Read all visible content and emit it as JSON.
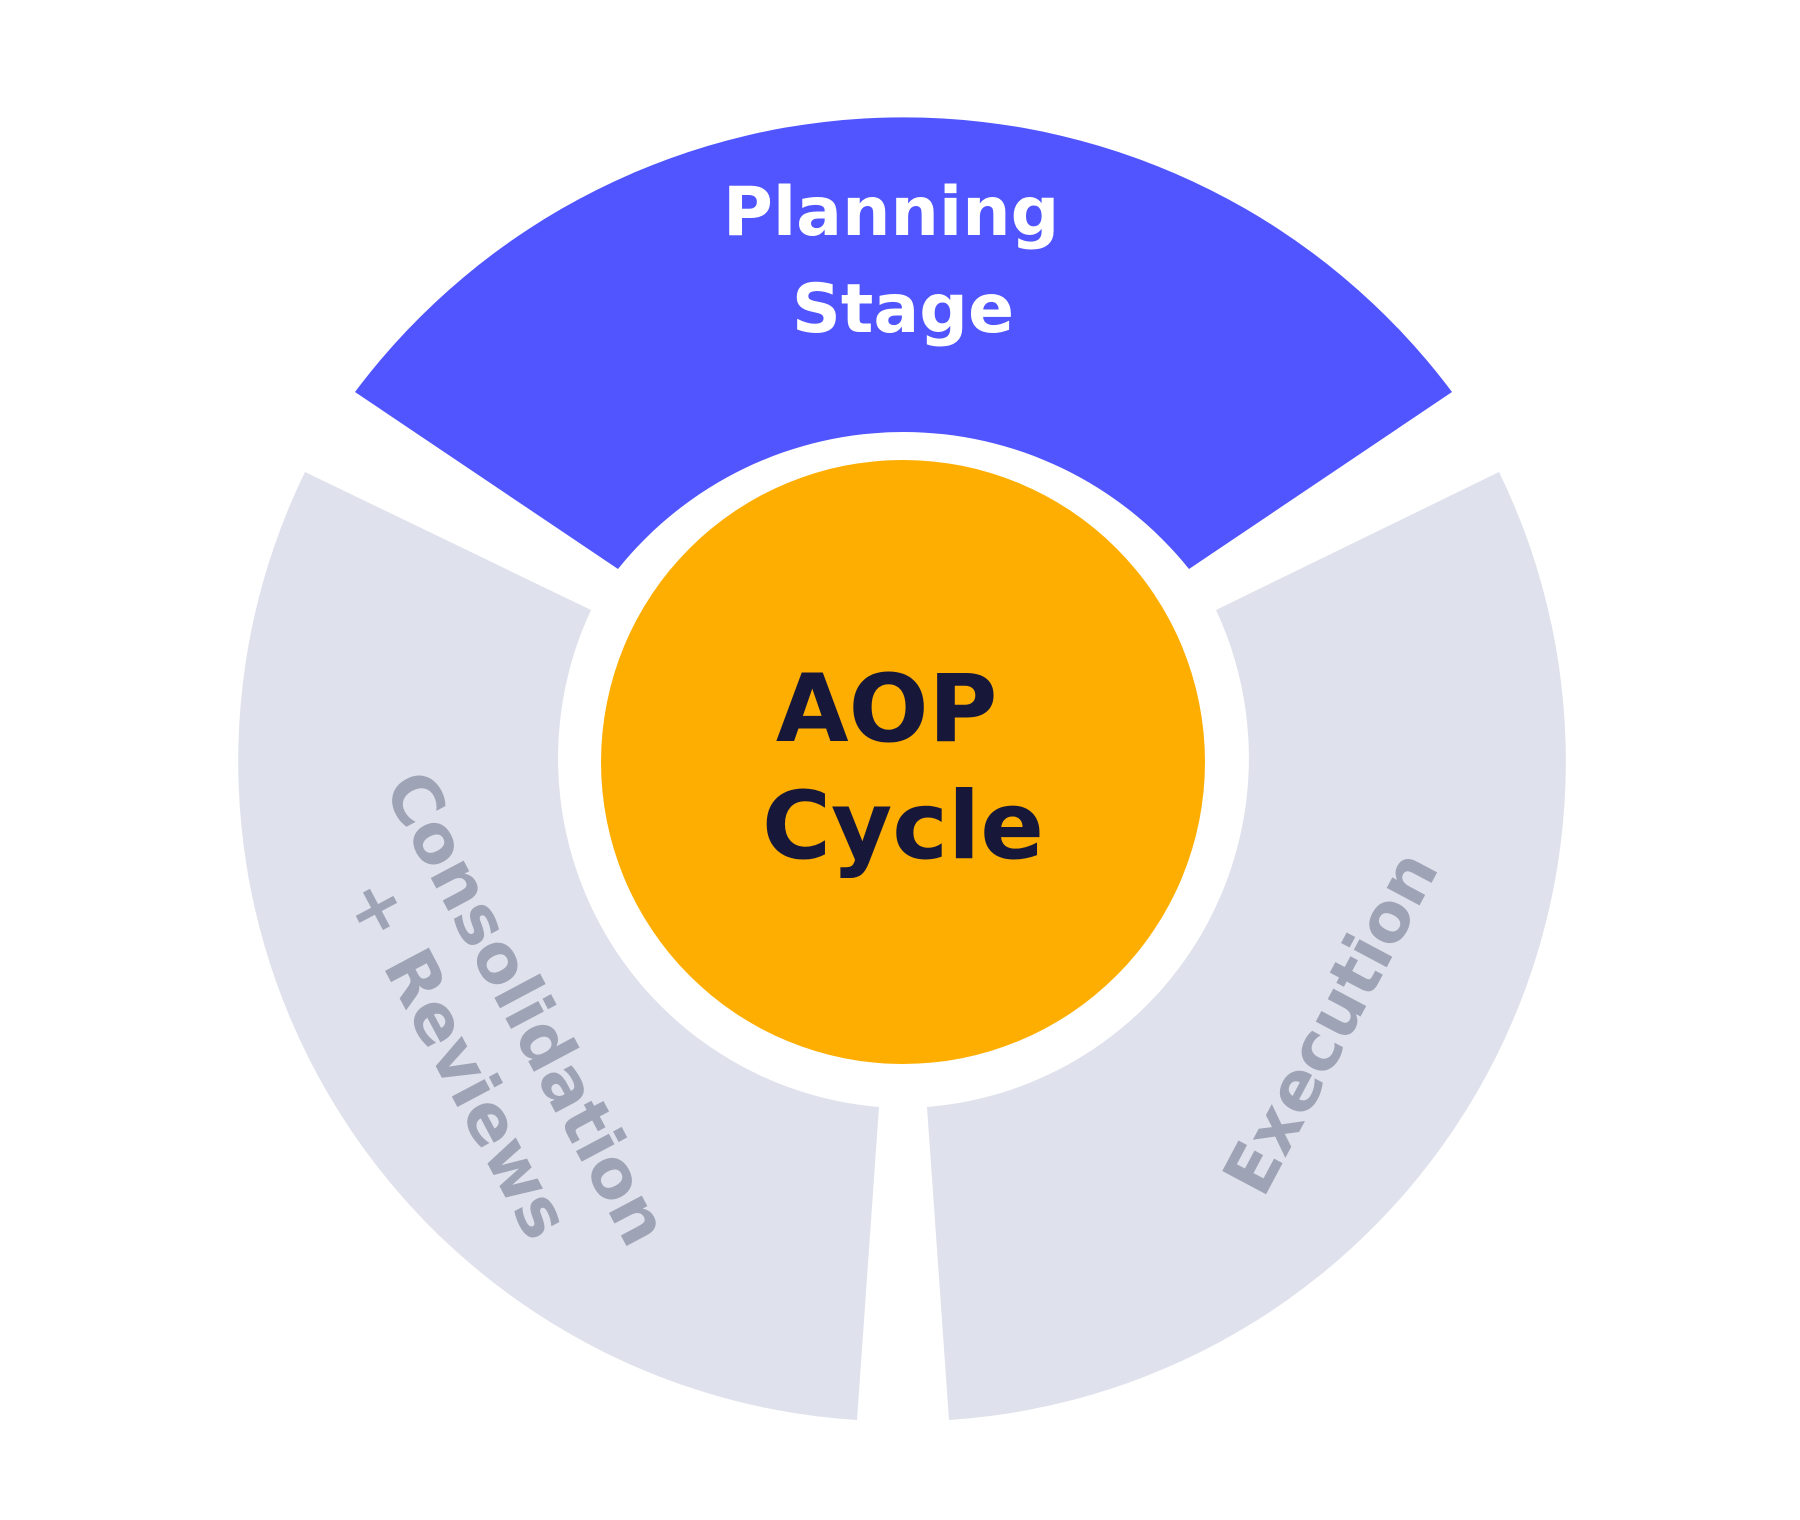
{
  "center": {
    "line1": "AOP",
    "line2": "Cycle",
    "fill": "#FDAE00",
    "text_color": "#17173A"
  },
  "segments": [
    {
      "id": "planning",
      "lines": [
        "Planning",
        "Stage"
      ],
      "fill": "#5055FF",
      "text_color": "#FFFFFF",
      "active": true
    },
    {
      "id": "execution",
      "lines": [
        "Execution"
      ],
      "fill": "#DFE1EC",
      "text_color": "#9EA3B5",
      "active": false
    },
    {
      "id": "consolidation",
      "lines": [
        "Consolidation",
        "+ Reviews"
      ],
      "fill": "#DFE1EC",
      "text_color": "#9EA3B5",
      "active": false
    }
  ]
}
